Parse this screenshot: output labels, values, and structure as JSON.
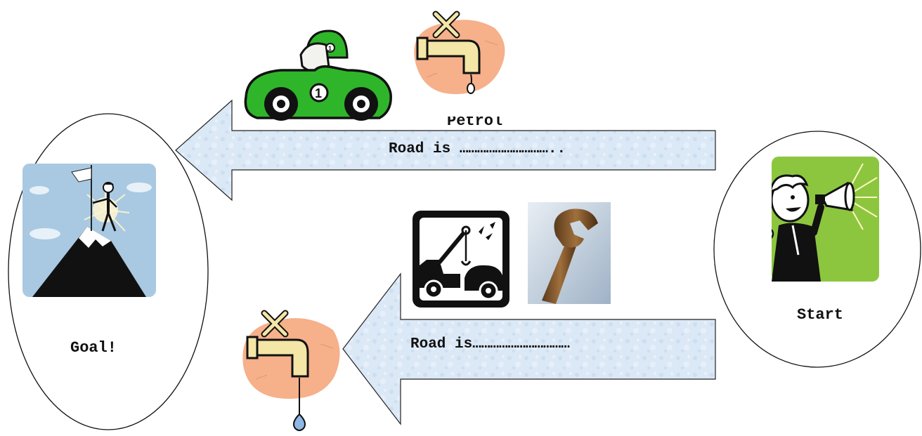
{
  "start": {
    "label": "Start"
  },
  "goal": {
    "label": "Goal!"
  },
  "roads": [
    {
      "text": "Road is ………………………….."
    },
    {
      "text": "Road is……………………………"
    }
  ],
  "petrol": {
    "label": "Petrol"
  },
  "colors": {
    "arrow_fill": "#dbe8f6",
    "goal_bg": "#a9c9e2",
    "start_bg": "#8cc63f",
    "car_green": "#2fb52a",
    "tap_blob": "#f6b08a"
  },
  "icons": [
    "mountain-summit-icon",
    "megaphone-person-icon",
    "race-car-icon",
    "leaking-tap-icon",
    "tow-truck-icon",
    "wrench-icon"
  ]
}
